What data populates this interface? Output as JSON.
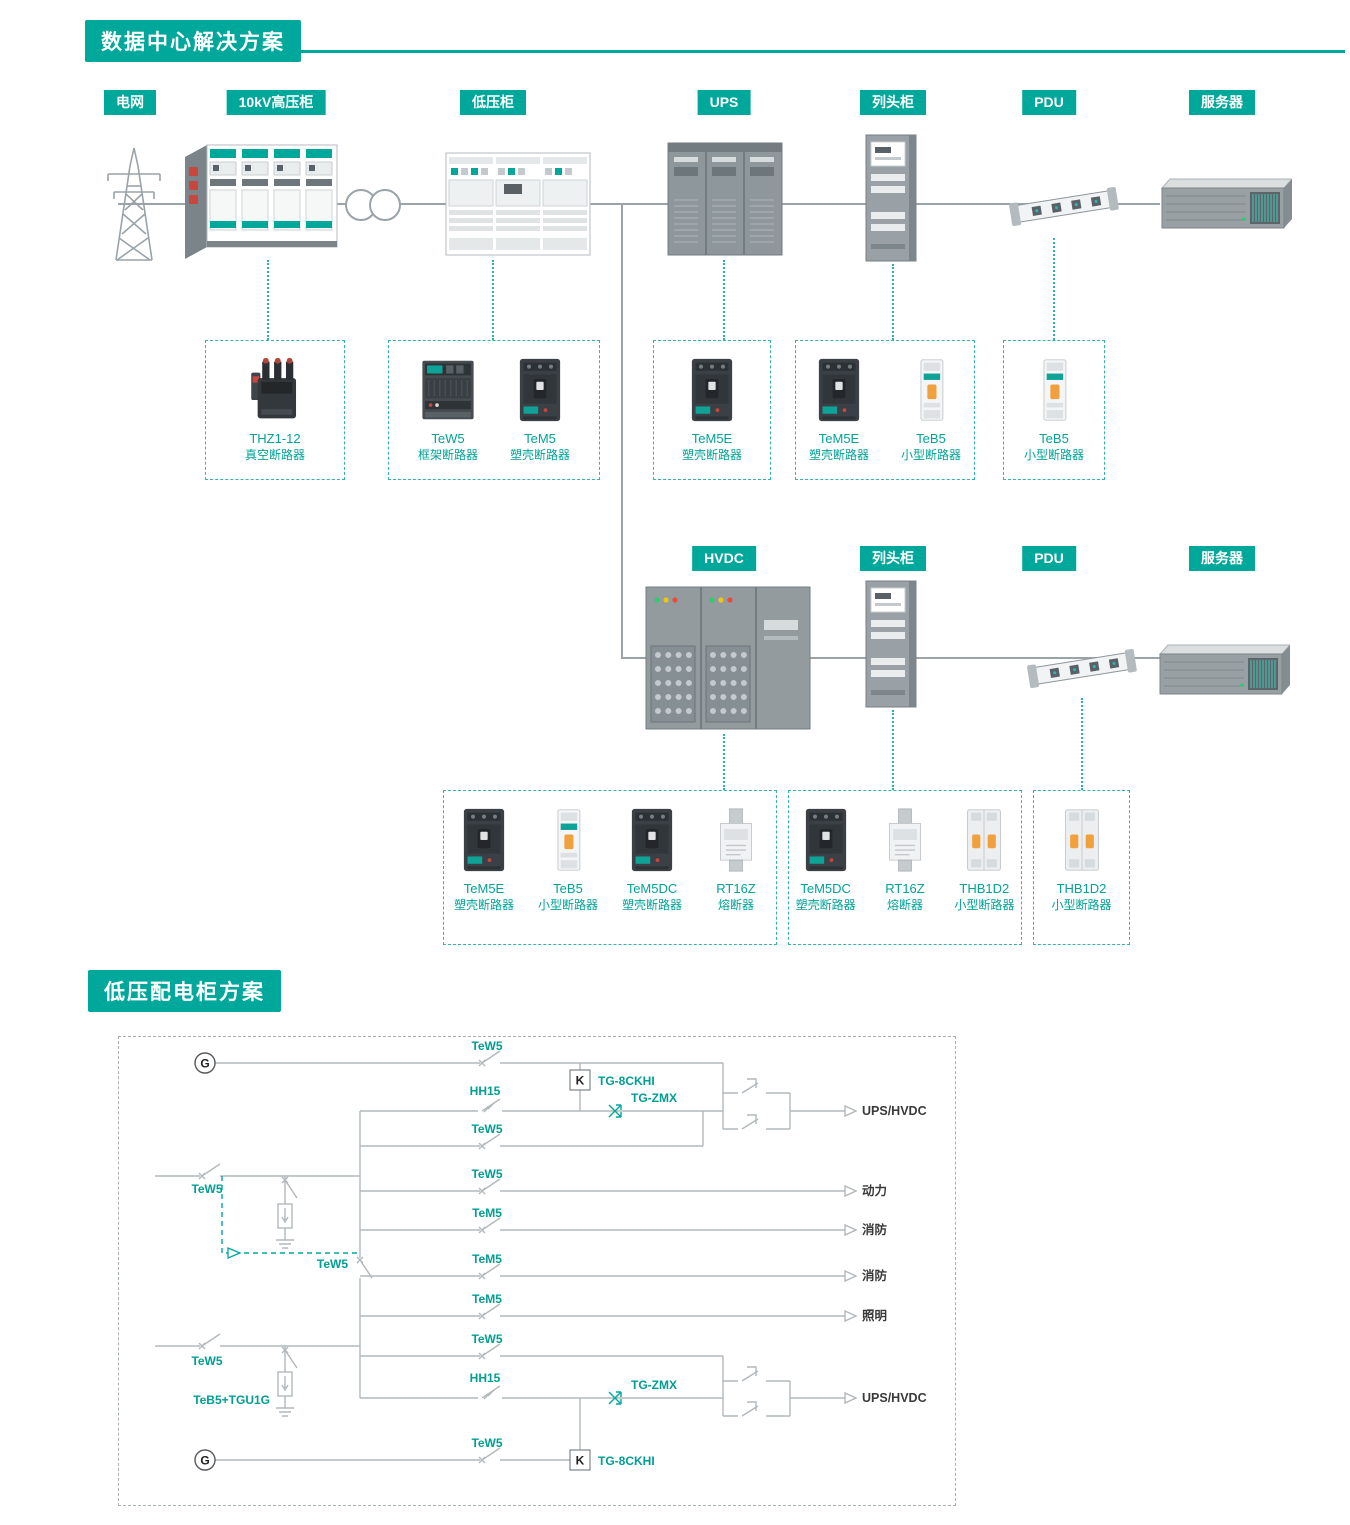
{
  "accent": "#00a79b",
  "line_gray": "#9aa3a8",
  "icons": {
    "grid": "transmission-tower",
    "hv_cabinet": "switchgear-cabinets",
    "transformer": "transformer-circles",
    "lv_cabinet": "lv-panel-cabinet",
    "ups": "ups-cabinets",
    "row_cabinet": "row-head-cabinet",
    "pdu": "power-strip",
    "server": "rack-server",
    "hvdc": "hvdc-cabinet"
  },
  "section1": {
    "title": "数据中心解决方案",
    "chain1": {
      "nodes": [
        {
          "label": "电网"
        },
        {
          "label": "10kV高压柜"
        },
        {
          "label": "低压柜"
        },
        {
          "label": "UPS"
        },
        {
          "label": "列头柜"
        },
        {
          "label": "PDU"
        },
        {
          "label": "服务器"
        }
      ],
      "callouts": [
        {
          "products": [
            {
              "name": "THZ1-12",
              "desc": "真空断路器"
            }
          ]
        },
        {
          "products": [
            {
              "name": "TeW5",
              "desc": "框架断路器"
            },
            {
              "name": "TeM5",
              "desc": "塑壳断路器"
            }
          ]
        },
        {
          "products": [
            {
              "name": "TeM5E",
              "desc": "塑壳断路器"
            }
          ]
        },
        {
          "products": [
            {
              "name": "TeM5E",
              "desc": "塑壳断路器"
            },
            {
              "name": "TeB5",
              "desc": "小型断路器"
            }
          ]
        },
        {
          "products": [
            {
              "name": "TeB5",
              "desc": "小型断路器"
            }
          ]
        }
      ]
    },
    "chain2": {
      "nodes": [
        {
          "label": "HVDC"
        },
        {
          "label": "列头柜"
        },
        {
          "label": "PDU"
        },
        {
          "label": "服务器"
        }
      ],
      "callouts": [
        {
          "products": [
            {
              "name": "TeM5E",
              "desc": "塑壳断路器"
            },
            {
              "name": "TeB5",
              "desc": "小型断路器"
            },
            {
              "name": "TeM5DC",
              "desc": "塑壳断路器"
            },
            {
              "name": "RT16Z",
              "desc": "熔断器"
            }
          ]
        },
        {
          "products": [
            {
              "name": "TeM5DC",
              "desc": "塑壳断路器"
            },
            {
              "name": "RT16Z",
              "desc": "熔断器"
            },
            {
              "name": "THB1D2",
              "desc": "小型断路器"
            }
          ]
        },
        {
          "products": [
            {
              "name": "THB1D2",
              "desc": "小型断路器"
            }
          ]
        }
      ]
    }
  },
  "section2": {
    "title": "低压配电柜方案",
    "gen_label": "G",
    "k_label": "K",
    "labels": {
      "tew5": "TeW5",
      "tem5": "TeM5",
      "hh15": "HH15",
      "tg8ckhi": "TG-8CKHI",
      "tgzmx": "TG-ZMX",
      "teb5tgu1g": "TeB5+TGU1G"
    },
    "outputs": {
      "ups_hvdc": "UPS/HVDC",
      "power": "动力",
      "fire": "消防",
      "lighting": "照明"
    }
  }
}
